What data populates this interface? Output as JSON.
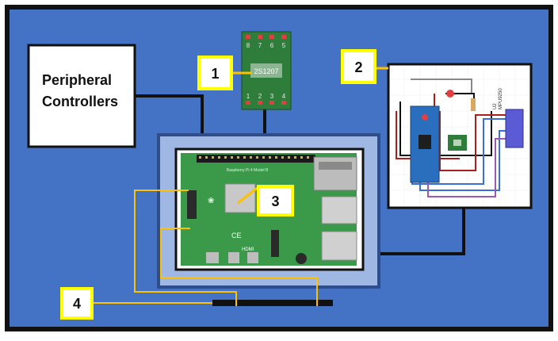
{
  "peripheral_box": {
    "line1": "Peripheral",
    "line2": "Controllers"
  },
  "callouts": [
    {
      "id": "1",
      "label": "1"
    },
    {
      "id": "2",
      "label": "2"
    },
    {
      "id": "3",
      "label": "3"
    },
    {
      "id": "4",
      "label": "4"
    }
  ],
  "multiplexer_board": {
    "top_pins": [
      "8",
      "7",
      "6",
      "5"
    ],
    "bottom_pins": [
      "1",
      "2",
      "3",
      "4"
    ],
    "chip_text": "2S1207"
  },
  "schematic": {
    "sensor_label_1": "U2",
    "sensor_label_2": "MPU9250"
  },
  "raspberry_pi": {
    "brand_text": "Raspberry Pi 4 Model B",
    "hdmi_text": "HDMI",
    "ce_text": "CE"
  },
  "colors": {
    "background_blue": "#4472c4",
    "outer_border": "#111111",
    "callout_border": "#ffff00",
    "wire_yellow": "#ffc000",
    "pcb_green": "#3a9a4a",
    "mux_green": "#2e7d3a",
    "pi_frame": "#9fb7e3"
  }
}
